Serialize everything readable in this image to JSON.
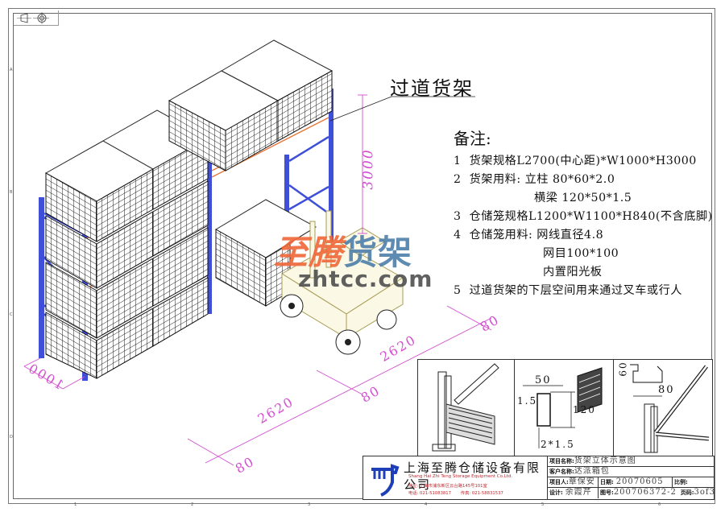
{
  "drawing": {
    "callout_title": "过道货架",
    "dimensions": {
      "height": "3000",
      "depth": "1000",
      "bay_length_1": "2620",
      "bay_length_2": "2620",
      "upright_width_1": "80",
      "upright_width_2": "80",
      "upright_width_3": "80"
    },
    "colors": {
      "upright": "#3f4fd8",
      "beam": "#e7793e",
      "dimension": "#d24fd0",
      "cage": "#111111",
      "forklift": "#c9c28a"
    }
  },
  "notes": {
    "heading": "备注:",
    "items": [
      {
        "num": "1",
        "text": "货架规格L2700(中心距)*W1000*H3000"
      },
      {
        "num": "2",
        "text": "货架用料:  立柱 80*60*2.0"
      },
      {
        "num": "",
        "text": "横梁 120*50*1.5"
      },
      {
        "num": "3",
        "text": "仓储笼规格L1200*W1100*H840(不含底脚)"
      },
      {
        "num": "4",
        "text": "仓储笼用料:  网线直径4.8"
      },
      {
        "num": "",
        "text": "网目100*100"
      },
      {
        "num": "",
        "text": "内置阳光板"
      },
      {
        "num": "5",
        "text": "过道货架的下层空间用来通过叉车或行人"
      }
    ]
  },
  "watermark": {
    "brand_red": "至腾",
    "brand_blue": "货架",
    "url": "zhtcc.com"
  },
  "detail_views": {
    "beam_section": {
      "width": "50",
      "thickness": "1.5",
      "height": "120",
      "double_thickness": "2*1.5"
    },
    "upright_section": {
      "depth": "60",
      "width": "80"
    }
  },
  "title_block": {
    "company_cn": "上海至腾仓储设备有限公司",
    "company_en": "Shang Hai Zhi Teng Storage Equipment Co.Ltd.",
    "address": "地址: 上海市浦东新区云台路145号101室",
    "tel": "电话: 021-51083817",
    "fax": "传真: 021-58831537",
    "project_name_label": "项目名称:",
    "project_name": "货架立体示意图",
    "client_label": "客户名称:",
    "client": "达派箱包",
    "manager_label": "项目人:",
    "manager": "章保安",
    "date_label": "日期:",
    "date": "20070605",
    "scale_label": "比例:",
    "scale": "",
    "designer_label": "设计:",
    "designer": "余霞芹",
    "drawing_no_label": "图号:",
    "drawing_no": "200706372-2",
    "page_label": "页码:",
    "page": "3of3"
  },
  "frame": {
    "zones_bottom": [
      "1",
      "2",
      "3",
      "4",
      "5",
      "6"
    ],
    "zones_left": [
      "A",
      "B",
      "C",
      "D"
    ]
  }
}
